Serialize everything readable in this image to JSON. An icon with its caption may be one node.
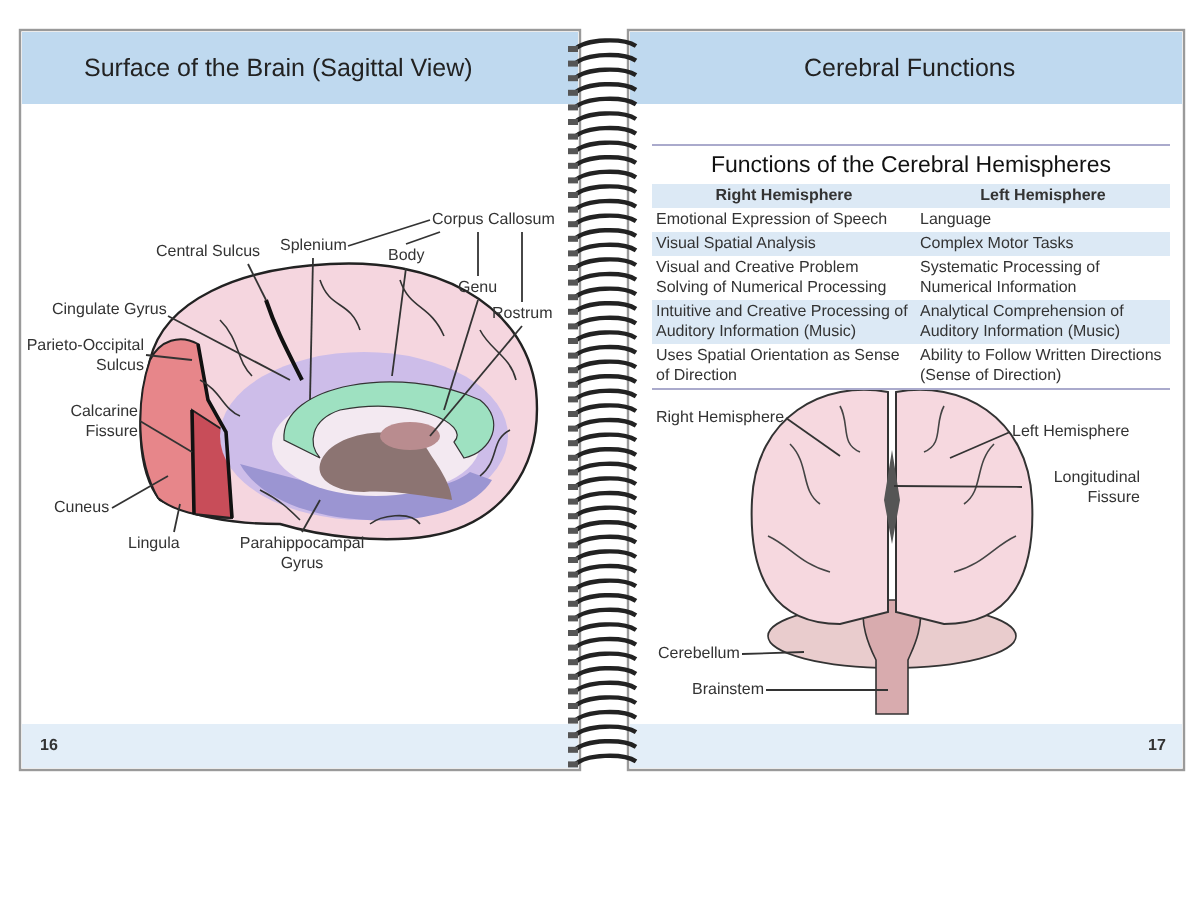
{
  "diagram": {
    "nodes": [
      {
        "text": [
          "Central Sulcus"
        ]
      },
      {
        "text": [
          "Splenium"
        ]
      },
      {
        "text": [
          "Corpus Callosum"
        ]
      },
      {
        "text": [
          "Body"
        ]
      },
      {
        "text": [
          "Genu"
        ]
      },
      {
        "text": [
          "Rostrum"
        ]
      },
      {
        "text": [
          "Cingulate Gyrus"
        ]
      },
      {
        "text": [
          "Parieto-Occipital Sulcus"
        ]
      },
      {
        "text": [
          "Calcarine Fissure"
        ]
      },
      {
        "text": [
          "Cuneus"
        ]
      },
      {
        "text": [
          "Lingula"
        ]
      },
      {
        "text": [
          "Parahippocampal Gyrus"
        ]
      },
      {
        "text": [
          "Right Hemisphere"
        ]
      },
      {
        "text": [
          "Left Hemisphere"
        ]
      },
      {
        "text": [
          "Longitudinal Fissure"
        ]
      },
      {
        "text": [
          "Cerebellum"
        ]
      },
      {
        "text": [
          "Brainstem"
        ]
      }
    ],
    "edges": [
      {
        "from": 0,
        "to": null,
        "arrow": "none"
      },
      {
        "from": 1,
        "to": null,
        "arrow": "none"
      },
      {
        "from": 2,
        "to": 1,
        "arrow": "none"
      },
      {
        "from": 2,
        "to": 3,
        "arrow": "none"
      },
      {
        "from": 2,
        "to": 4,
        "arrow": "none"
      },
      {
        "from": 2,
        "to": 5,
        "arrow": "none"
      },
      {
        "from": 3,
        "to": null,
        "arrow": "none"
      },
      {
        "from": 4,
        "to": null,
        "arrow": "none"
      },
      {
        "from": 5,
        "to": null,
        "arrow": "none"
      },
      {
        "from": 6,
        "to": null,
        "arrow": "none"
      },
      {
        "from": 7,
        "to": null,
        "arrow": "none"
      },
      {
        "from": 8,
        "to": null,
        "arrow": "none"
      },
      {
        "from": 9,
        "to": null,
        "arrow": "none"
      },
      {
        "from": 10,
        "to": null,
        "arrow": "none"
      },
      {
        "from": 11,
        "to": null,
        "arrow": "none"
      },
      {
        "from": 12,
        "to": null,
        "arrow": "none"
      },
      {
        "from": 13,
        "to": null,
        "arrow": "none"
      },
      {
        "from": 14,
        "to": null,
        "arrow": "none"
      },
      {
        "from": 15,
        "to": null,
        "arrow": "none"
      },
      {
        "from": 16,
        "to": null,
        "arrow": "none"
      }
    ],
    "labels": [
      "Surface of the Brain (Sagittal View)",
      "Cerebral Functions",
      "Functions of the Cerebral Hemispheres",
      "Right Hemisphere",
      "Left Hemisphere",
      "Emotional Expression of Speech",
      "Language",
      "Visual Spatial Analysis",
      "Complex Motor Tasks",
      "Visual and Creative Problem Solving of Numerical Processing",
      "Systematic Processing of Numerical Information",
      "Intuitive and Creative Processing of Auditory Information (Music)",
      "Analytical Comprehension of Auditory Information (Music)",
      "Uses Spatial Orientation as Sense of Direction",
      "Ability to Follow Written Directions (Sense of Direction)",
      "16",
      "17"
    ]
  }
}
